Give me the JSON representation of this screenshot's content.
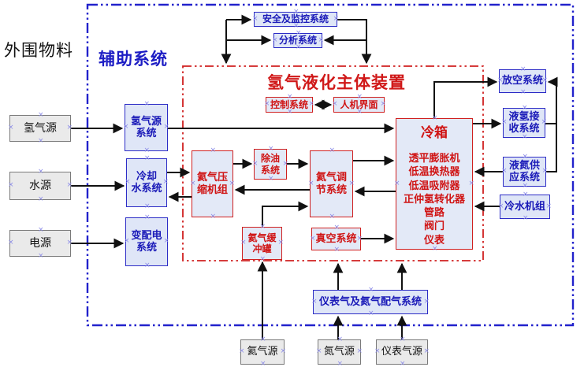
{
  "labels": {
    "outside_material": "外围物料",
    "auxiliary_system": "辅助系统",
    "main_device_title": "氢气液化主体装置"
  },
  "boxes": {
    "hydrogen_source": "氢气源",
    "water_source": "水源",
    "power_source": "电源",
    "h2_source_system": "氢气源\n系统",
    "cooling_water_system": "冷却\n水系统",
    "power_distribution_system": "变配电\n系统",
    "safety_monitoring_system": "安全及监控系统",
    "analysis_system": "分析系统",
    "control_system": "控制系统",
    "hmi": "人机界面",
    "helium_compressor_unit": "氦气压\n缩机组",
    "oil_removal_system": "除油\n系统",
    "helium_regulation_system": "氦气调\n节系统",
    "helium_buffer_tank": "氦气缓\n冲罐",
    "vacuum_system": "真空系统",
    "coldbox_title": "冷箱",
    "coldbox_components": "透平膨胀机\n低温换热器\n低温吸附器\n正仲氢转化器\n管路\n阀门\n仪表",
    "vent_system": "放空系统",
    "lh2_receiving_system": "液氢接\n收系统",
    "ln2_supply_system": "液氮供\n应系统",
    "chiller_unit": "冷水机组",
    "gas_distribution_system": "仪表气及氮气配气系统",
    "helium_source": "氦气源",
    "nitrogen_source": "氮气源",
    "instrument_gas_source": "仪表气源"
  },
  "colors": {
    "blue_accent": "#2222cc",
    "red_accent": "#d01818",
    "node_fill": "#dfe6f7",
    "gray_fill": "#eaeaea",
    "line": "#111111"
  }
}
